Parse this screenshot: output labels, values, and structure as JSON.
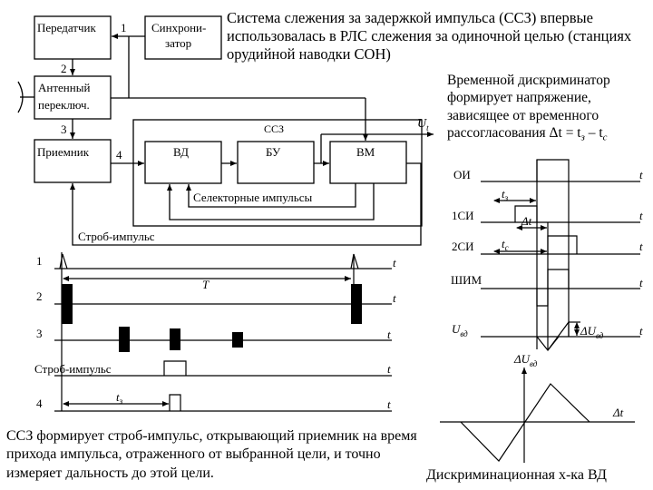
{
  "text": {
    "title": "Система слежения за задержкой импульса (ССЗ) впервые использовалась в РЛС слежения за одиночной целью (станциях орудийной наводки СОН)",
    "desc_main": "Временной дискриминатор формирует напряжение, зависящее от временного рассогласования Δt = t",
    "desc_sub_z": "з",
    "desc_minus": " – t",
    "desc_sub_c": "c",
    "bottom": "ССЗ формирует строб-импульс, открывающий приемник на время прихода импульса, отраженного от выбранной цели, и точно измеряет дальность до этой цели.",
    "disc_caption": "Дискриминационная х-ка ВД"
  },
  "block": {
    "transmitter": "Передатчик",
    "sync_line1": "Синхрони-",
    "sync_line2": "затор",
    "antenna_line1": "Антенный",
    "antenna_line2": "переключ.",
    "receiver": "Приемник",
    "ssz": "ССЗ",
    "vd": "ВД",
    "bu": "БУ",
    "vm": "ВМ",
    "u_out": "U",
    "u_out_sub": "t",
    "n1": "1",
    "n2": "2",
    "n3": "3",
    "n4": "4",
    "selector": "Селекторные импульсы",
    "strobe": "Строб-импульс"
  },
  "timing": {
    "row1": "1",
    "row2": "2",
    "row3": "3",
    "row_strobe": "Строб-импульс",
    "row4": "4",
    "t": "t",
    "period": "T",
    "tz": "t",
    "tz_sub": "з"
  },
  "disc": {
    "oi": "ОИ",
    "si1": "1СИ",
    "si2": "2СИ",
    "shim": "ШИМ",
    "uvd": "U",
    "uvd_sub": "вд",
    "t": "t",
    "tz": "t",
    "tz_sub": "з",
    "tc": "t",
    "tc_sub": "c",
    "dt": "Δt",
    "du": "ΔU",
    "du_sub": "вд",
    "char_y": "ΔU",
    "char_y_sub": "вд",
    "char_x": "Δt"
  }
}
